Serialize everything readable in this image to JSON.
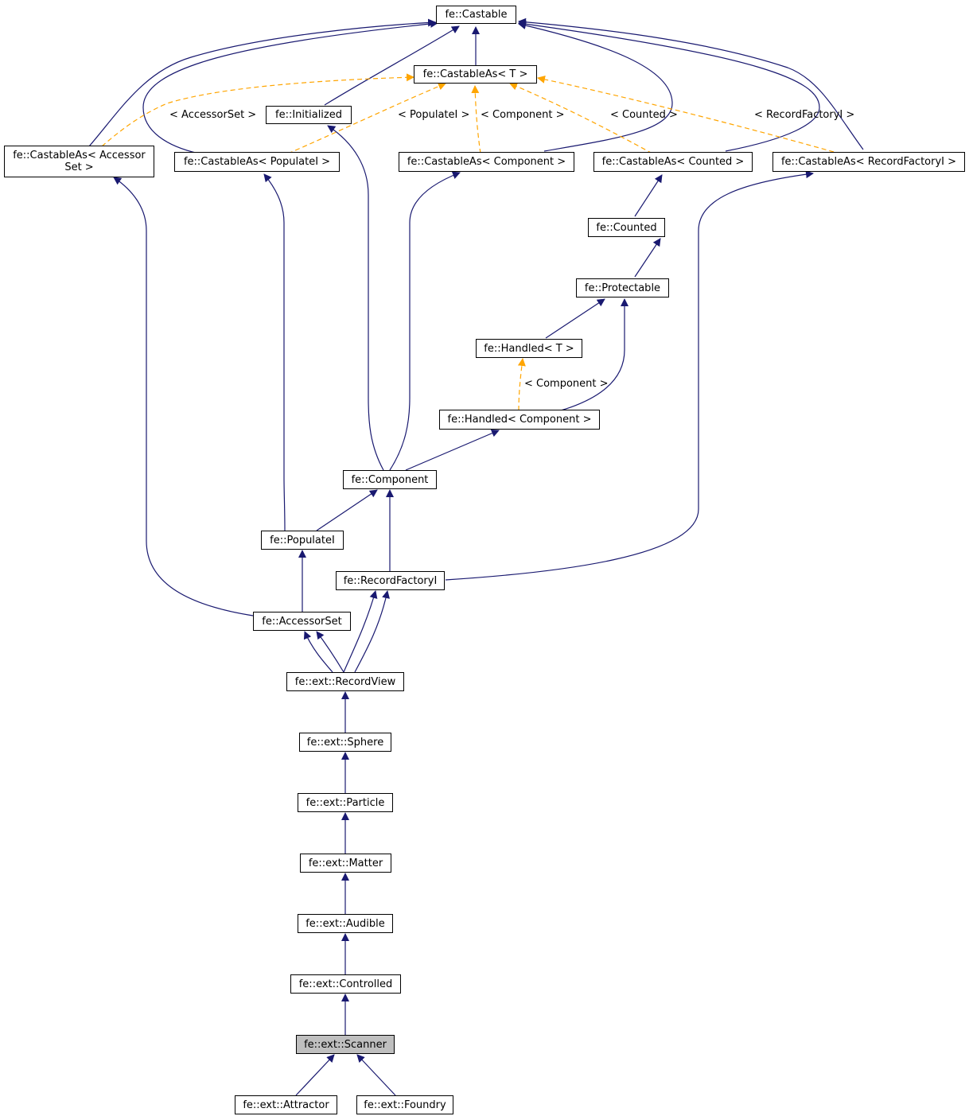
{
  "colors": {
    "inherit": "#191970",
    "template": "#ffa500",
    "current_fill": "#bfbfbf"
  },
  "nodes": {
    "castable": "fe::Castable",
    "castableas_t": "fe::CastableAs< T >",
    "initialized": "fe::Initialized",
    "castableas_accessorset": "fe::CastableAs< Accessor Set >",
    "castableas_populatei": "fe::CastableAs< PopulateI >",
    "castableas_component": "fe::CastableAs< Component >",
    "castableas_counted": "fe::CastableAs< Counted >",
    "castableas_recordfactoryi": "fe::CastableAs< RecordFactoryI >",
    "counted": "fe::Counted",
    "protectable": "fe::Protectable",
    "handled_t": "fe::Handled< T >",
    "handled_component": "fe::Handled< Component >",
    "component": "fe::Component",
    "populatei": "fe::PopulateI",
    "recordfactoryi": "fe::RecordFactoryI",
    "accessorset": "fe::AccessorSet",
    "recordview": "fe::ext::RecordView",
    "sphere": "fe::ext::Sphere",
    "particle": "fe::ext::Particle",
    "matter": "fe::ext::Matter",
    "audible": "fe::ext::Audible",
    "controlled": "fe::ext::Controlled",
    "scanner": "fe::ext::Scanner",
    "attractor": "fe::ext::Attractor",
    "foundry": "fe::ext::Foundry"
  },
  "edge_labels": {
    "accessorset": "< AccessorSet >",
    "populatei": "< PopulateI >",
    "component": "< Component >",
    "counted": "< Counted >",
    "recordfactoryi": "< RecordFactoryI >",
    "handled_component": "< Component >"
  }
}
